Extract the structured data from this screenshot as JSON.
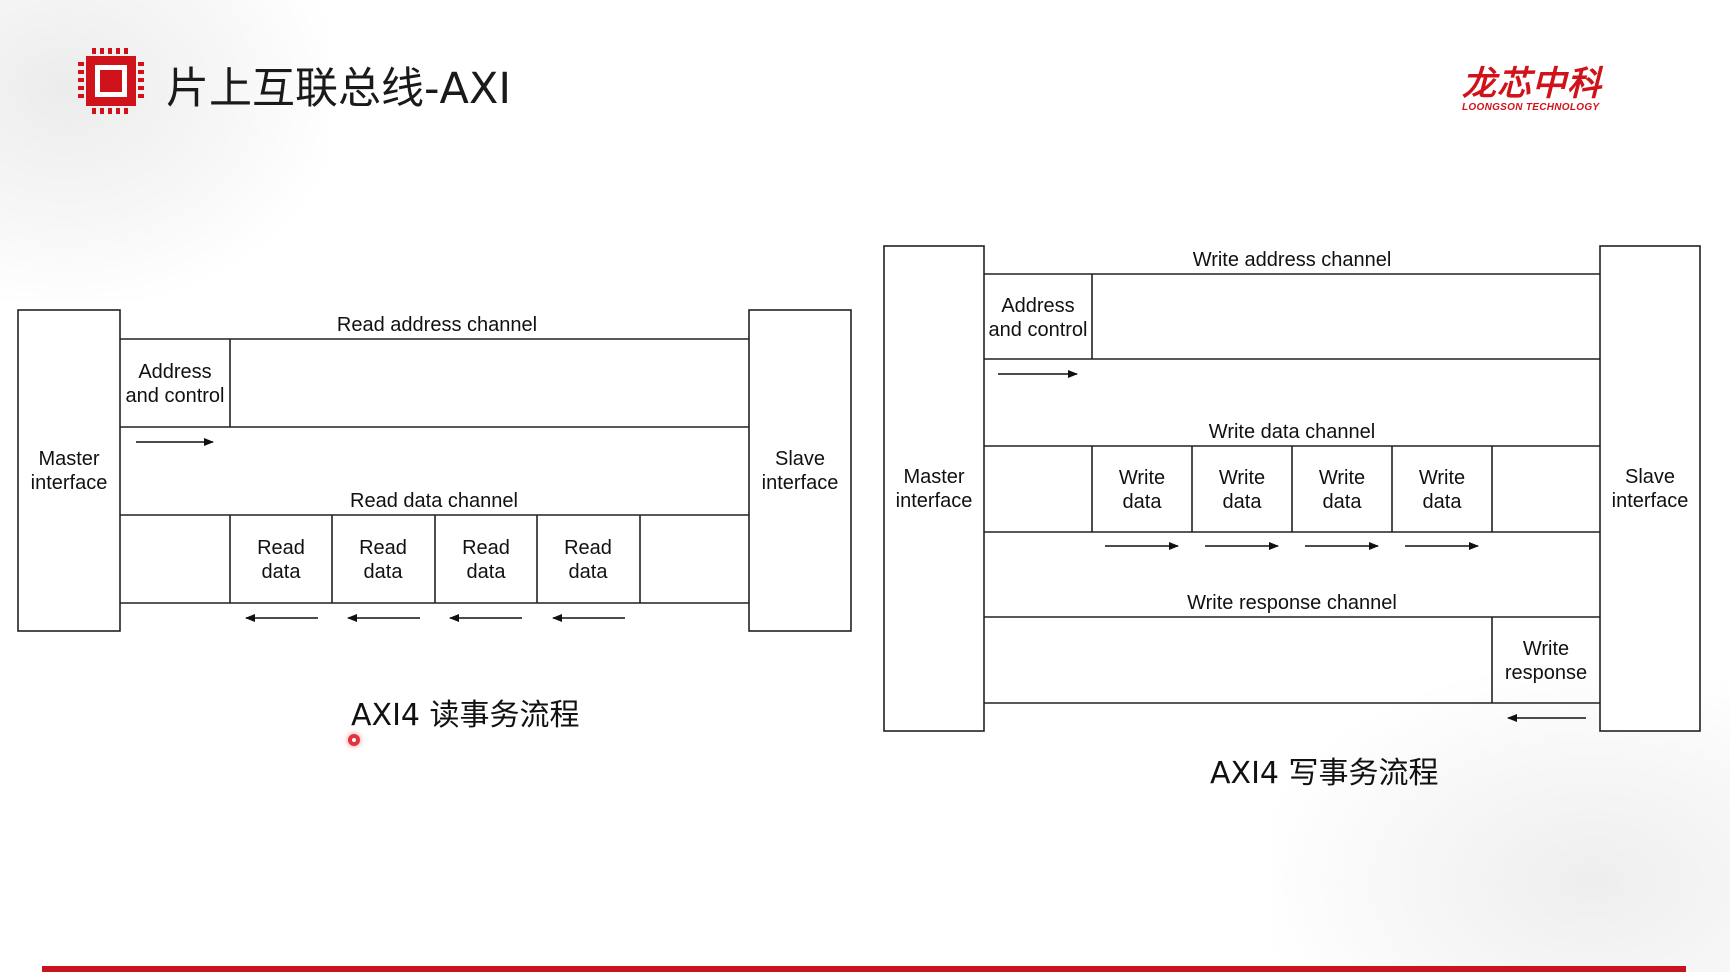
{
  "slide": {
    "title": "片上互联总线-AXI",
    "logo_cn": "龙芯中科",
    "logo_en": "LOONGSON TECHNOLOGY",
    "brand_color": "#d0121b",
    "icon": "chip-icon"
  },
  "read_diagram": {
    "master": [
      "Master",
      "interface"
    ],
    "slave": [
      "Slave",
      "interface"
    ],
    "addr_channel": "Read address channel",
    "addr_block": [
      "Address",
      "and control"
    ],
    "data_channel": "Read data channel",
    "data_blocks": [
      [
        "Read",
        "data"
      ],
      [
        "Read",
        "data"
      ],
      [
        "Read",
        "data"
      ],
      [
        "Read",
        "data"
      ]
    ],
    "caption": "AXI4 读事务流程"
  },
  "write_diagram": {
    "master": [
      "Master",
      "interface"
    ],
    "slave": [
      "Slave",
      "interface"
    ],
    "addr_channel": "Write address channel",
    "addr_block": [
      "Address",
      "and control"
    ],
    "data_channel": "Write data channel",
    "data_blocks": [
      [
        "Write",
        "data"
      ],
      [
        "Write",
        "data"
      ],
      [
        "Write",
        "data"
      ],
      [
        "Write",
        "data"
      ]
    ],
    "resp_channel": "Write response channel",
    "resp_block": [
      "Write",
      "response"
    ],
    "caption": "AXI4 写事务流程"
  }
}
